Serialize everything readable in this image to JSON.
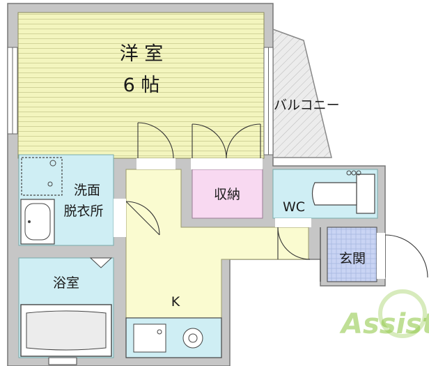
{
  "rooms": {
    "western_room_name": "洋 室",
    "western_room_size": "6 帖",
    "balcony": "バルコニー",
    "storage": "収納",
    "toilet": "WC",
    "washroom_line1": "洗面",
    "washroom_line2": "脱衣所",
    "bathroom": "浴室",
    "kitchen": "K",
    "entrance": "玄関"
  },
  "logo": {
    "text": "Assist"
  },
  "colors": {
    "western_room": "#f3f5be",
    "wet_areas": "#cfeef4",
    "storage": "#f8d9f1",
    "kitchen": "#fafbd0",
    "entrance_tile": "#c9d4f4",
    "wall": "#c6c6c6",
    "logo": "#8cc63f"
  }
}
